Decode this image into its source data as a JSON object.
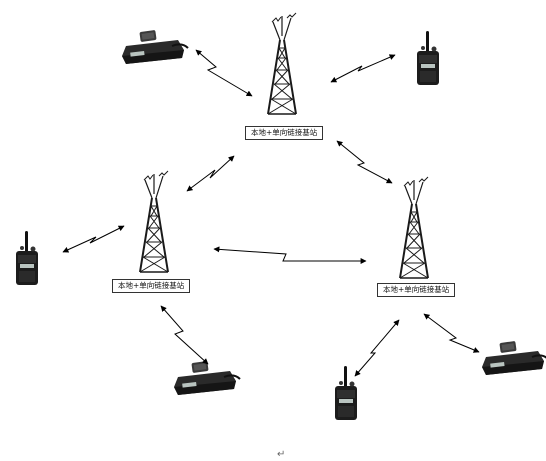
{
  "stations": [
    {
      "id": "top",
      "label": "本地+单向链接基站"
    },
    {
      "id": "left",
      "label": "本地+单向链接基站"
    },
    {
      "id": "right",
      "label": "本地+单向链接基站"
    }
  ],
  "paragraph_mark": "↵",
  "colors": {
    "line": "#000000",
    "tower": "#1a1a1a",
    "radio_body": "#1c1c1c",
    "radio_face": "#2e2e2e",
    "display": "#b9c4c0"
  }
}
